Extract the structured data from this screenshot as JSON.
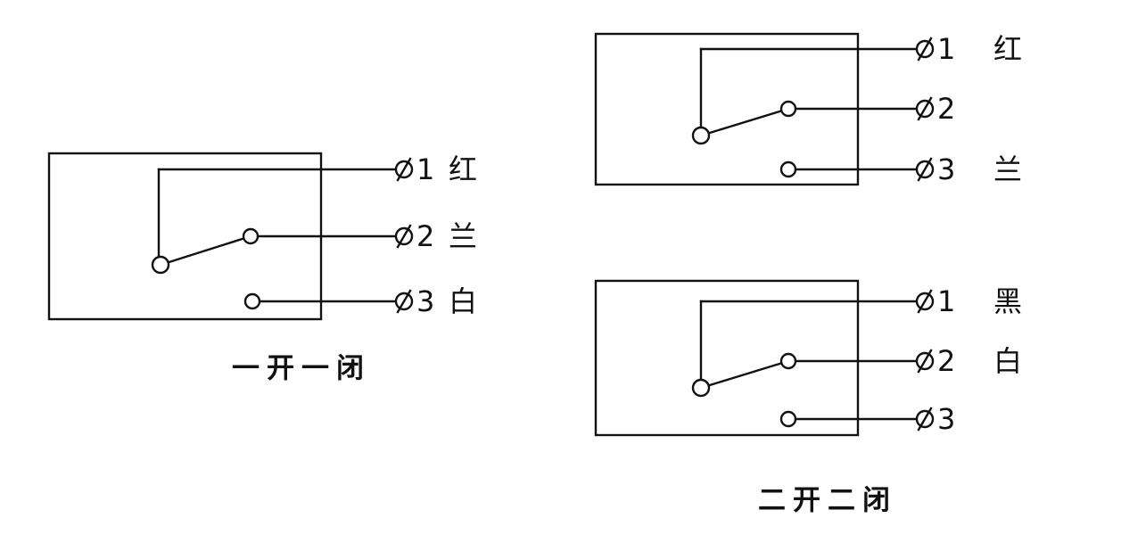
{
  "figure": {
    "background": "#ffffff",
    "stroke_color": "#111111"
  },
  "left_diagram": {
    "caption": "一开一闭",
    "terminals": [
      {
        "symbol": "⌀",
        "number": "1",
        "wire_color": "红"
      },
      {
        "symbol": "⌀",
        "number": "2",
        "wire_color": "兰"
      },
      {
        "symbol": "⌀",
        "number": "3",
        "wire_color": "白"
      }
    ]
  },
  "right_column": {
    "caption": "二开二闭",
    "top_diagram": {
      "terminals": [
        {
          "symbol": "⌀",
          "number": "1",
          "wire_color": "红"
        },
        {
          "symbol": "⌀",
          "number": "2",
          "wire_color": ""
        },
        {
          "symbol": "⌀",
          "number": "3",
          "wire_color": "兰"
        }
      ]
    },
    "bottom_diagram": {
      "terminals": [
        {
          "symbol": "⌀",
          "number": "1",
          "wire_color": "黑"
        },
        {
          "symbol": "⌀",
          "number": "2",
          "wire_color": "白"
        },
        {
          "symbol": "⌀",
          "number": "3",
          "wire_color": ""
        }
      ]
    }
  }
}
